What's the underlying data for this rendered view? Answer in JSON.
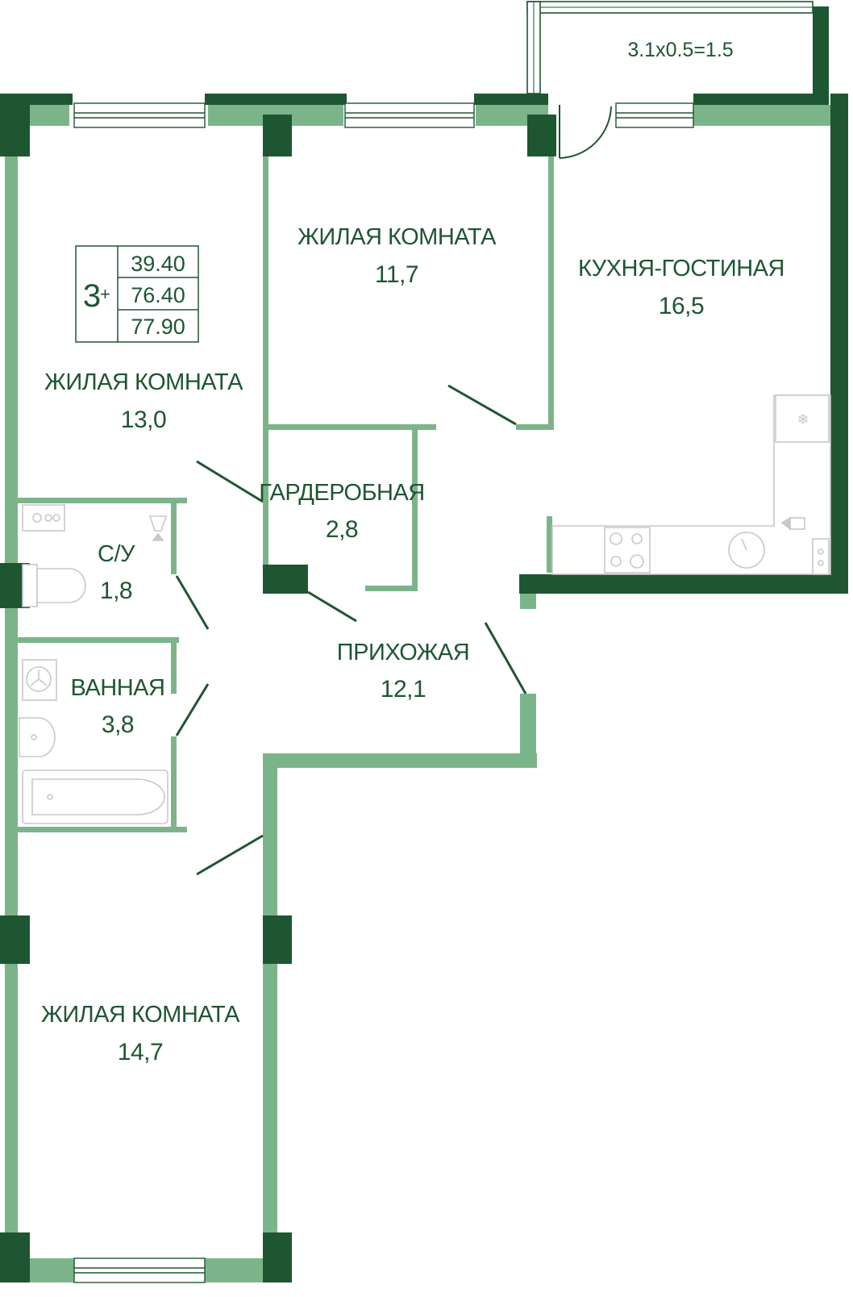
{
  "plan": {
    "room_code": "3",
    "room_code_suffix": "+",
    "areas": {
      "living": "39.40",
      "total": "76.40",
      "total_with_balcony": "77.90"
    },
    "balcony": "3.1x0.5=1.5",
    "rooms": {
      "bedroom_13": {
        "name": "ЖИЛАЯ КОМНАТА",
        "area": "13,0"
      },
      "bedroom_11": {
        "name": "ЖИЛАЯ КОМНАТА",
        "area": "11,7"
      },
      "kitchen": {
        "name": "КУХНЯ-ГОСТИНАЯ",
        "area": "16,5"
      },
      "wardrobe": {
        "name": "ГАРДЕРОБНАЯ",
        "area": "2,8"
      },
      "wc": {
        "name": "С/У",
        "area": "1,8"
      },
      "bath": {
        "name": "ВАННАЯ",
        "area": "3,8"
      },
      "hall": {
        "name": "ПРИХОЖАЯ",
        "area": "12,1"
      },
      "bedroom_14": {
        "name": "ЖИЛАЯ КОМНАТА",
        "area": "14,7"
      }
    },
    "colors": {
      "wall_light": "#7cb48a",
      "wall_dark": "#1e5631",
      "fixture": "#c8c8c8"
    }
  }
}
